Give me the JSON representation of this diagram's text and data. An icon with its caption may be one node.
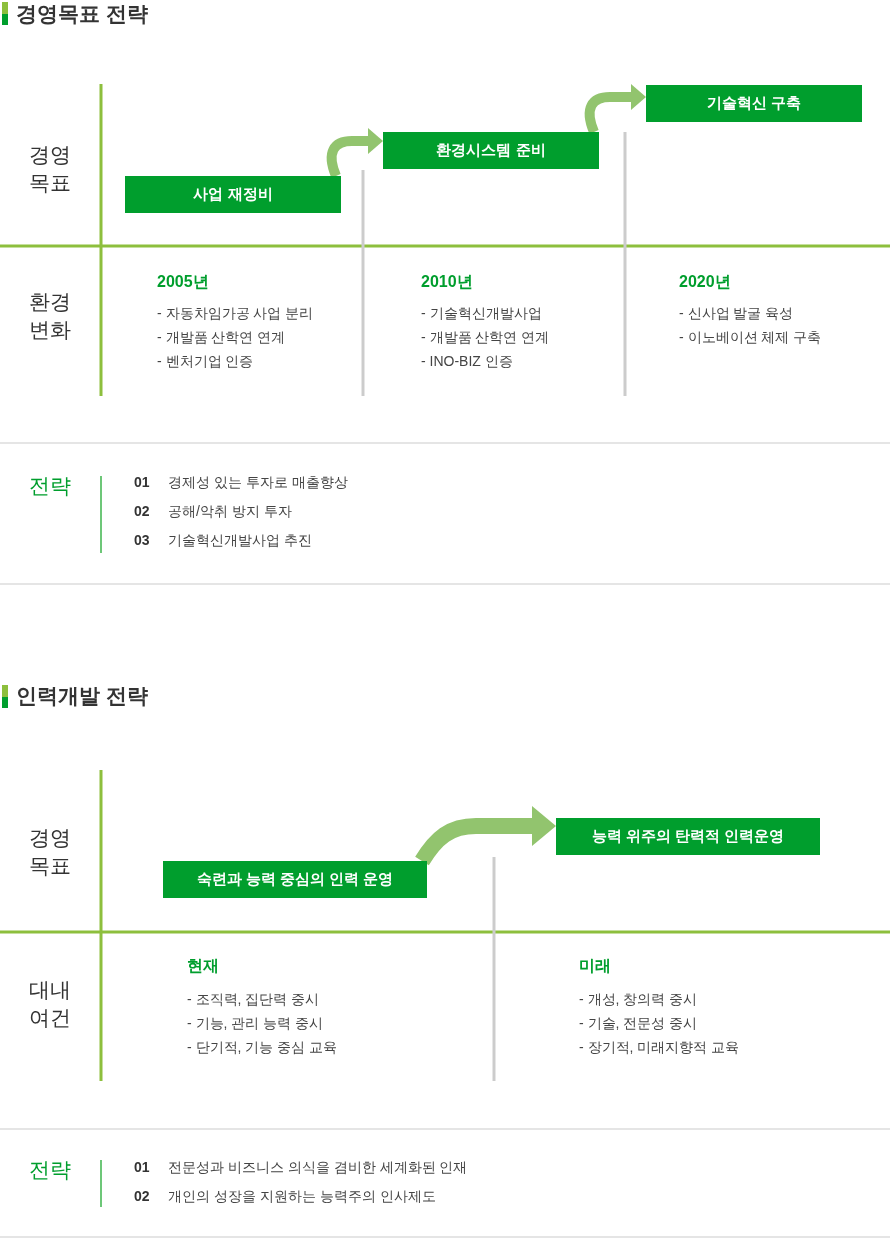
{
  "diagram": {
    "nodes": [
      {
        "text": [
          "사업 재정비"
        ]
      },
      {
        "text": [
          "환경시스템 준비"
        ]
      },
      {
        "text": [
          "기술혁신 구축"
        ]
      },
      {
        "text": [
          "숙련과 능력 중심의 인력 운영"
        ]
      },
      {
        "text": [
          "능력 위주의 탄력적 인력운영"
        ]
      }
    ],
    "edges": [
      {
        "from": 0,
        "to": 1,
        "arrow": "to"
      },
      {
        "from": 1,
        "to": 2,
        "arrow": "to"
      },
      {
        "from": 3,
        "to": 4,
        "arrow": "to"
      }
    ],
    "labels": [
      "경영목표 전략",
      "경영 목표",
      "환경 변화",
      "2005년",
      "- 자동차임가공 사업 분리",
      "- 개발품 산학연 연계",
      "- 벤처기업 인증",
      "2010년",
      "- 기술혁신개발사업",
      "- 개발품 산학연 연계",
      "- INO-BIZ 인증",
      "2020년",
      "- 신사업 발굴 육성",
      "- 이노베이션 체제 구축",
      "전략",
      "01",
      "경제성 있는 투자로 매출향상",
      "02",
      "공해/악취 방지 투자",
      "03",
      "기술혁신개발사업 추진",
      "인력개발 전략",
      "경영 목표",
      "대내 여건",
      "현재",
      "- 조직력, 집단력 중시",
      "- 기능, 관리 능력 중시",
      "- 단기적, 기능 중심 교육",
      "미래",
      "- 개성, 창의력 중시",
      "- 기술, 전문성 중시",
      "- 장기적, 미래지향적 교육",
      "전략",
      "01",
      "전문성과 비즈니스 의식을 겸비한 세계화된 인재",
      "02",
      "개인의 성장을 지원하는 능력주의 인사제도"
    ]
  }
}
